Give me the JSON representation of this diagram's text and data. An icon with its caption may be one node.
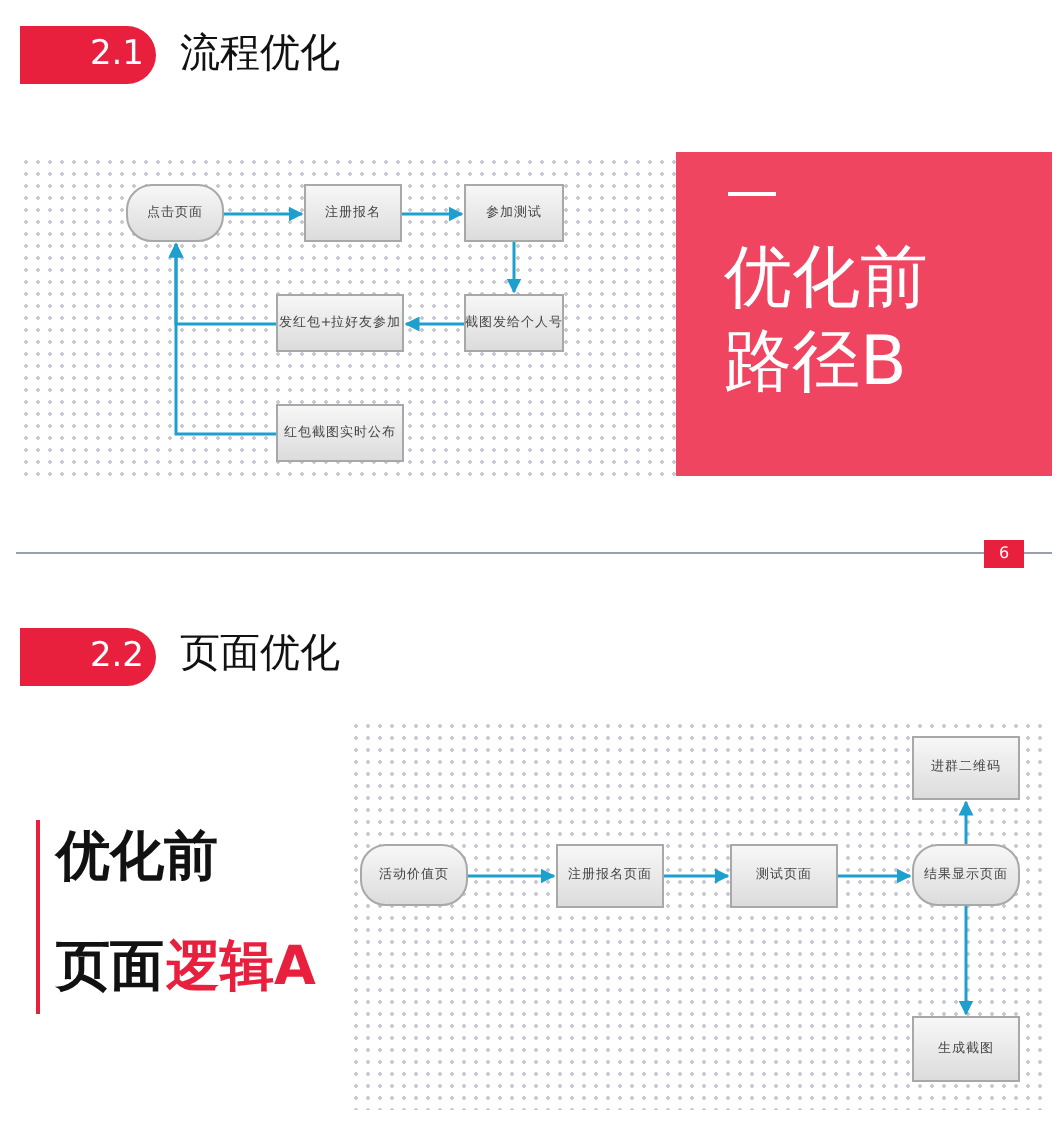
{
  "diagram": {
    "nodes": [
      {
        "text": [
          "点击页面"
        ]
      },
      {
        "text": [
          "注册报名"
        ]
      },
      {
        "text": [
          "参加测试"
        ]
      },
      {
        "text": [
          "截图发给个人号"
        ]
      },
      {
        "text": [
          "发红包+拉好友参加"
        ]
      },
      {
        "text": [
          "红包截图实时公布"
        ]
      },
      {
        "text": [
          "优化前路径B"
        ]
      },
      {
        "text": [
          "活动价值页"
        ]
      },
      {
        "text": [
          "注册报名页面"
        ]
      },
      {
        "text": [
          "测试页面"
        ]
      },
      {
        "text": [
          "结果显示页面"
        ]
      },
      {
        "text": [
          "进群二维码"
        ]
      },
      {
        "text": [
          "生成截图"
        ]
      }
    ],
    "edges": [
      {
        "from": 0,
        "to": 1,
        "arrow": "to"
      },
      {
        "from": 1,
        "to": 2,
        "arrow": "to"
      },
      {
        "from": 2,
        "to": 3,
        "arrow": "to"
      },
      {
        "from": 3,
        "to": 4,
        "arrow": "to"
      },
      {
        "from": 4,
        "to": 0,
        "arrow": "to"
      },
      {
        "from": 5,
        "to": 0,
        "arrow": "to"
      },
      {
        "from": 7,
        "to": 8,
        "arrow": "to"
      },
      {
        "from": 8,
        "to": 9,
        "arrow": "to"
      },
      {
        "from": 9,
        "to": 10,
        "arrow": "to"
      },
      {
        "from": 10,
        "to": 11,
        "arrow": "to"
      },
      {
        "from": 10,
        "to": 12,
        "arrow": "to"
      }
    ],
    "labels": [
      "2.1",
      "流程优化",
      "6",
      "2.2",
      "页面优化",
      "优化前",
      "页面",
      "逻辑A"
    ]
  }
}
